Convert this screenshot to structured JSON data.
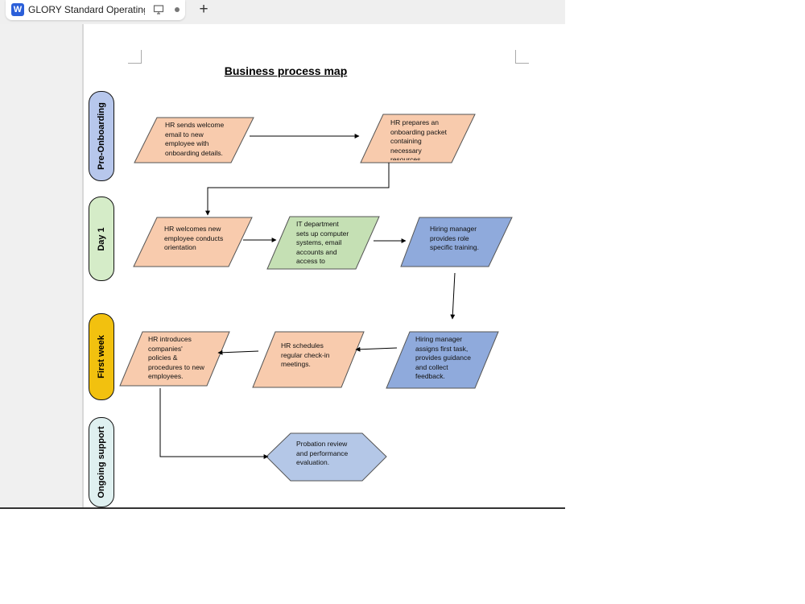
{
  "tab": {
    "app_badge": "W",
    "title": "GLORY Standard Operating Pr",
    "new_tab": "+"
  },
  "document": {
    "title": "Business process map"
  },
  "lanes": [
    {
      "label": "Pre-Onboarding",
      "color": "#b7c7ec"
    },
    {
      "label": "Day 1",
      "color": "#d5ecc8"
    },
    {
      "label": "First week",
      "color": "#f2c10f"
    },
    {
      "label": "Ongoing support",
      "color": "#dff0f0"
    }
  ],
  "steps": {
    "welcome_email": "HR sends welcome email to new employee with onboarding details.",
    "onboarding_packet": "HR prepares an onboarding packet containing necessary resources",
    "welcome_orientation": "HR welcomes new employee conducts orientation",
    "it_setup": "IT department sets up computer systems, email accounts and access to",
    "role_training": "Hiring manager provides role specific training.",
    "first_task": "Hiring manager assigns first task, provides guidance and collect feedback.",
    "check_ins": "HR schedules regular check-in meetings.",
    "policies": "HR introduces companies' policies & procedures to new employees.",
    "probation_review": "Probation review and performance evaluation."
  },
  "colors": {
    "hr_step": "#f8cbad",
    "it_step": "#c5e0b4",
    "manager_step": "#8faadc",
    "review_step": "#b4c7e7"
  }
}
